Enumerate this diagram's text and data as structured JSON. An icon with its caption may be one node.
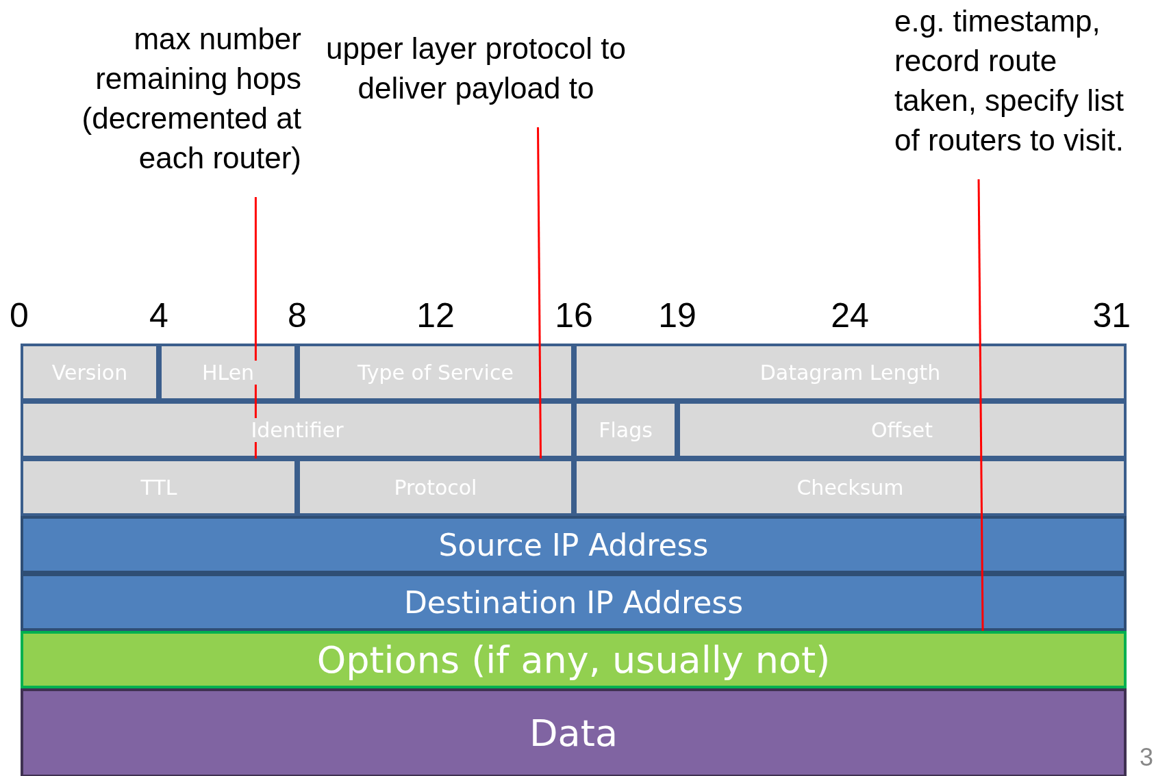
{
  "diagram": {
    "nodes": [
      {
        "text": [
          "max number remaining hops (decremented at each router)"
        ]
      },
      {
        "text": [
          "upper layer protocol to deliver payload to"
        ]
      },
      {
        "text": [
          "e.g. timestamp, record route taken, specify list of routers to visit."
        ]
      },
      {
        "text": [
          "Version"
        ]
      },
      {
        "text": [
          "HLen"
        ]
      },
      {
        "text": [
          "Type of Service"
        ]
      },
      {
        "text": [
          "Datagram Length"
        ]
      },
      {
        "text": [
          "Identifier"
        ]
      },
      {
        "text": [
          "Flags"
        ]
      },
      {
        "text": [
          "Offset"
        ]
      },
      {
        "text": [
          "TTL"
        ]
      },
      {
        "text": [
          "Protocol"
        ]
      },
      {
        "text": [
          "Checksum"
        ]
      },
      {
        "text": [
          "Source IP Address"
        ]
      },
      {
        "text": [
          "Destination IP Address"
        ]
      },
      {
        "text": [
          "Options (if any, usually not)"
        ]
      },
      {
        "text": [
          "Data"
        ]
      }
    ],
    "edges": [
      {
        "from": 0,
        "to": 10,
        "arrow": "none"
      },
      {
        "from": 1,
        "to": 11,
        "arrow": "none"
      },
      {
        "from": 2,
        "to": 15,
        "arrow": "none"
      }
    ],
    "labels": [
      "0",
      "4",
      "8",
      "12",
      "16",
      "19",
      "24",
      "31",
      "3"
    ]
  }
}
